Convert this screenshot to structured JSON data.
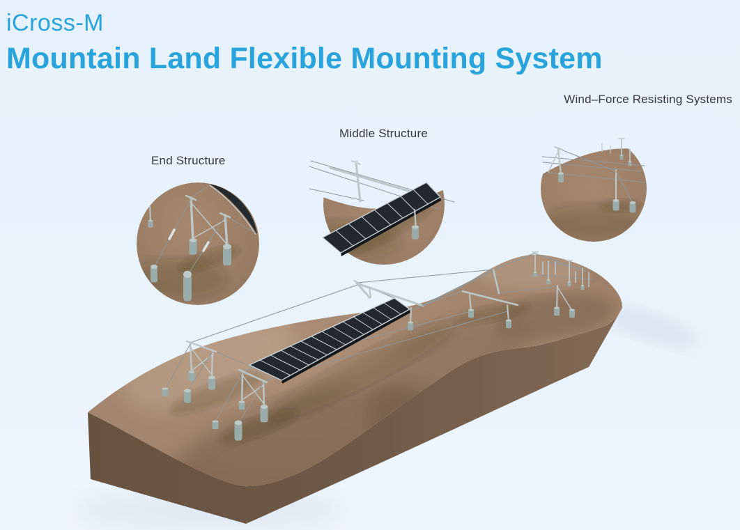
{
  "header": {
    "product_name": "iCross-M",
    "title": "Mountain Land Flexible Mounting System"
  },
  "callouts": {
    "wind_label": "Wind–Force Resisting Systems",
    "middle_label": "Middle Structure",
    "end_label": "End Structure"
  },
  "colors": {
    "title_blue": "#29A3DC",
    "label_text": "#36383C",
    "terrain_top": "#A3846C",
    "terrain_top_light": "#AC8E76",
    "terrain_front": "#6A5444",
    "terrain_right": "#826A56",
    "circle_ground": "#A5866E",
    "steel": "#BCC7C9",
    "footing": "#9AACAA",
    "panel_dark": "#22282D",
    "panel_frame": "#C9D3D8",
    "cable": "#8E979B",
    "background": "#E9F3FB"
  }
}
